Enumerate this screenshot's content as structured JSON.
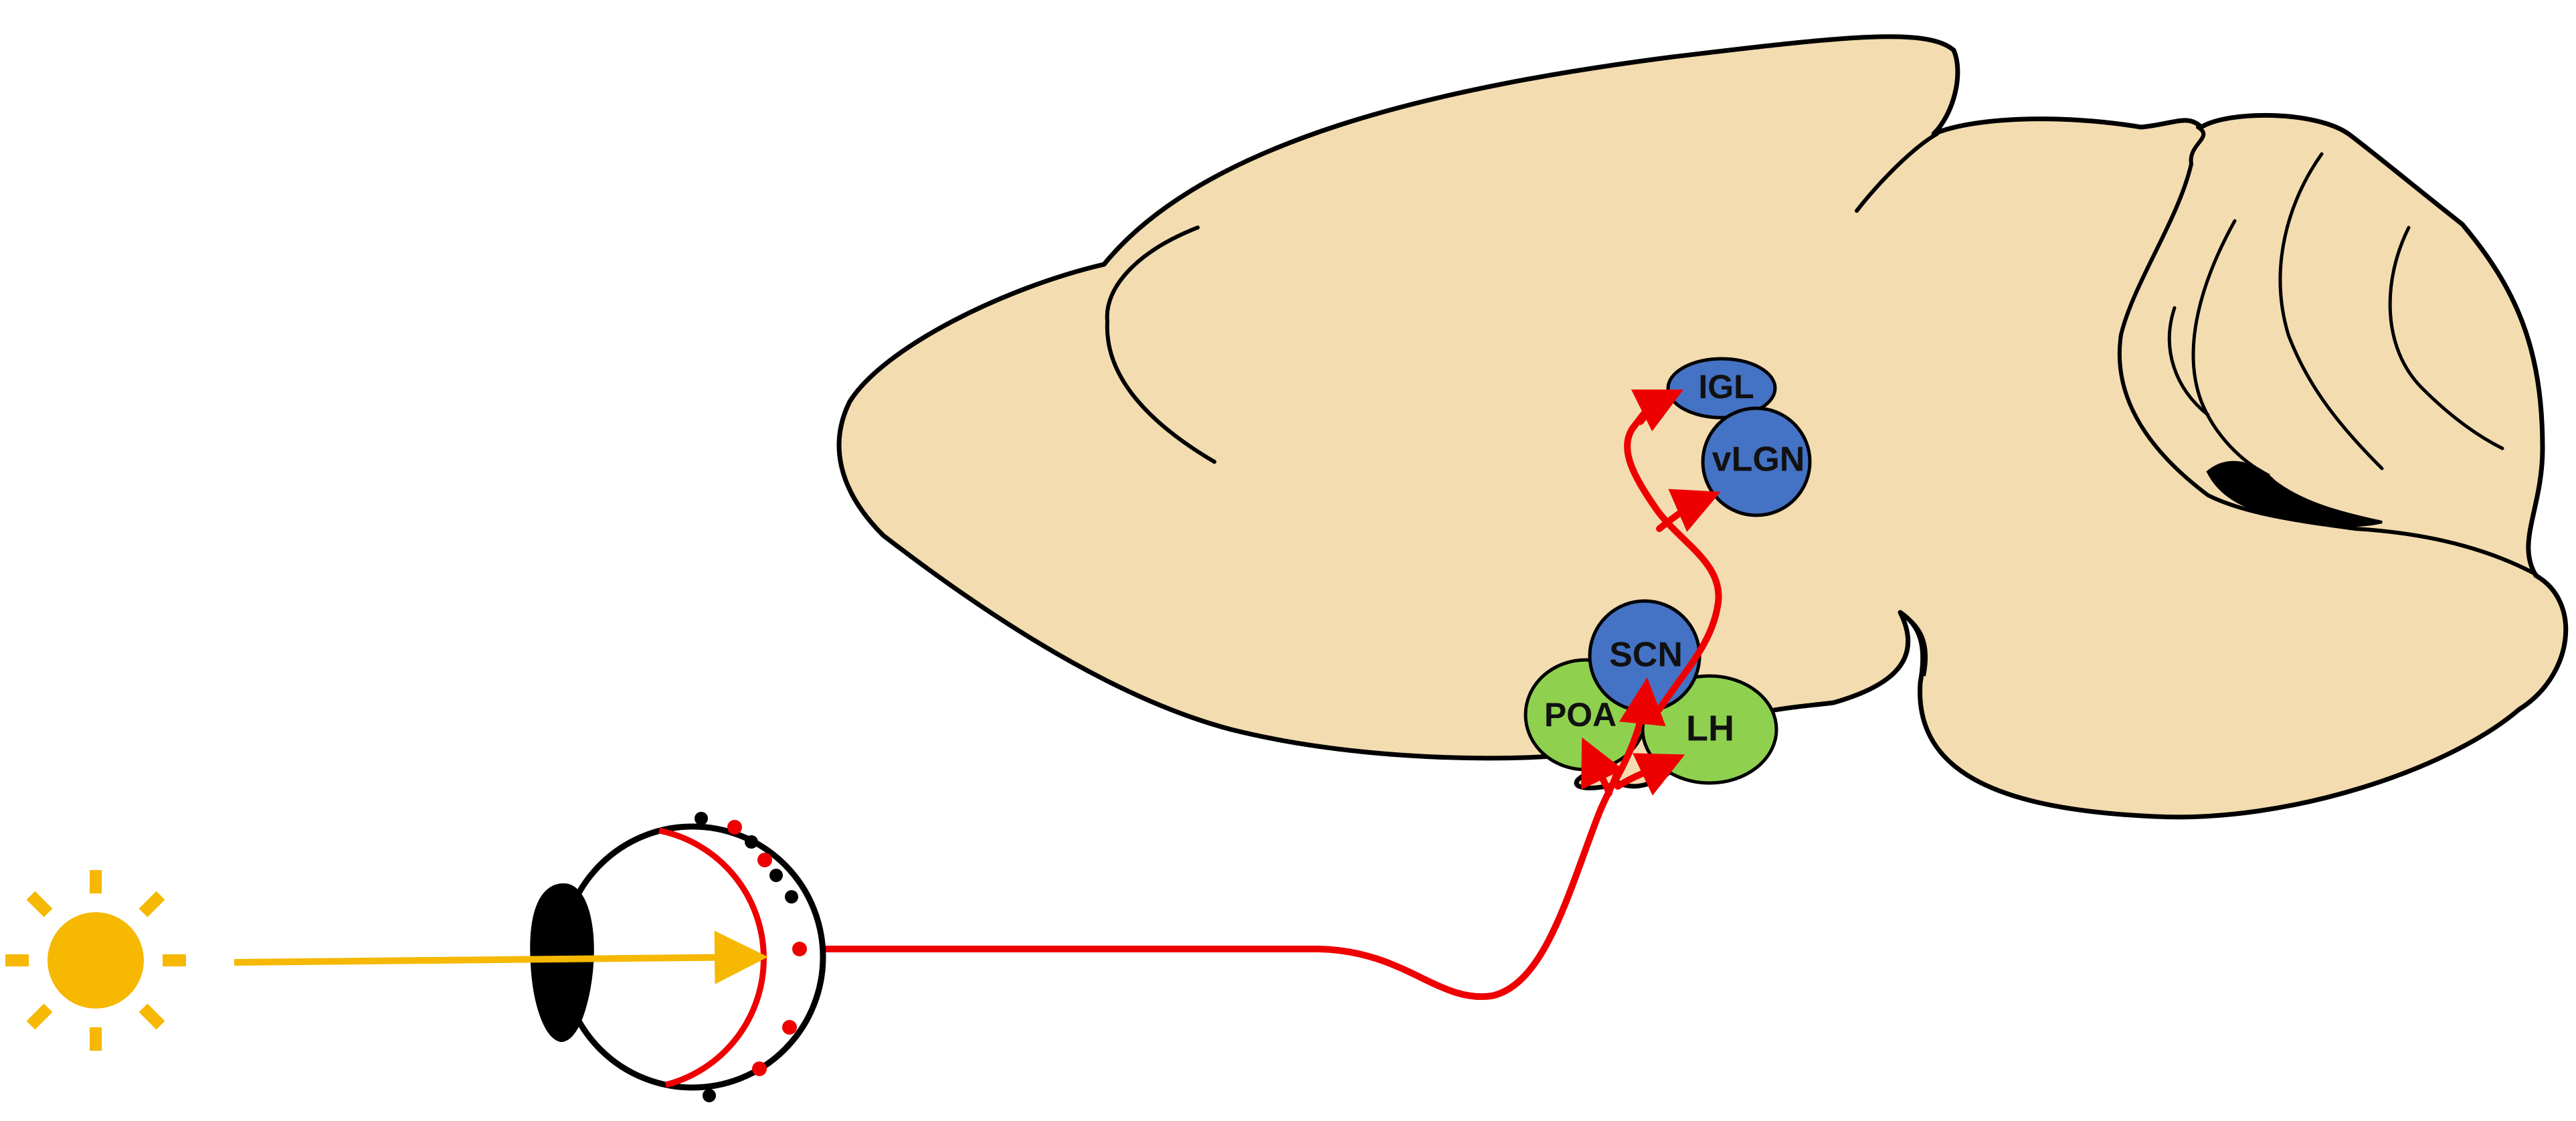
{
  "colors": {
    "brain_fill": "#f3dcb0",
    "outline": "#000000",
    "pathway": "#ee0000",
    "light": "#f6b800",
    "blue_node": "#4472c4",
    "green_node": "#8fd14f",
    "background": "#ffffff"
  },
  "icons": [
    "sun-icon",
    "eye-icon"
  ],
  "nodes": {
    "igl": {
      "label": "IGL",
      "color": "#4472c4"
    },
    "vlgn": {
      "label": "vLGN",
      "color": "#4472c4"
    },
    "scn": {
      "label": "SCN",
      "color": "#4472c4"
    },
    "poa": {
      "label": "POA",
      "color": "#8fd14f"
    },
    "lh": {
      "label": "LH",
      "color": "#8fd14f"
    }
  }
}
